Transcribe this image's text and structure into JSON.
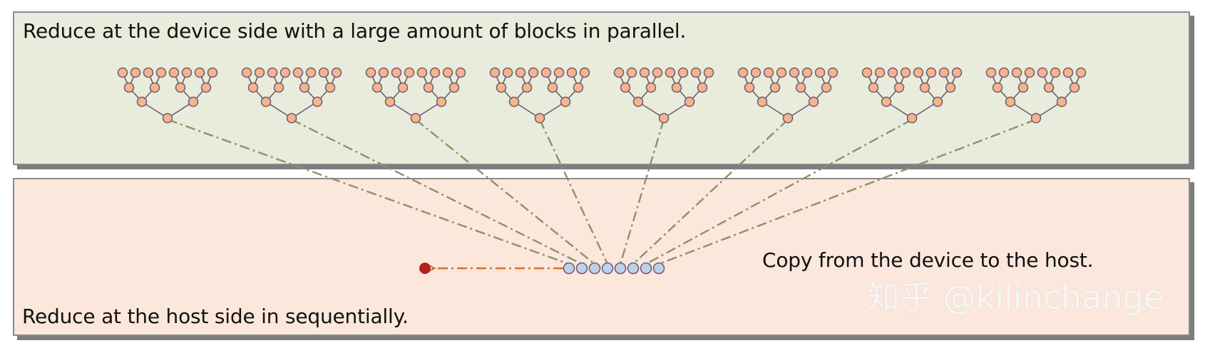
{
  "device_panel": {
    "label": "Reduce at the device side with a large amount of blocks in parallel.",
    "block_count": 8,
    "leaves_per_block": 8,
    "colors": {
      "background": "#e9ecdc",
      "node_fill": "#f6b48c",
      "node_stroke": "#6e5a72",
      "edge": "#6e5a72"
    }
  },
  "host_panel": {
    "label": "Reduce at the host side in sequentially.",
    "copy_label": "Copy from the device to the host.",
    "copied_values_count": 8,
    "colors": {
      "background": "#fbe7dc",
      "copied_fill": "#bcd2ea",
      "copied_stroke": "#6e5a72",
      "result_fill": "#b22222",
      "host_arrow": "#d8702a"
    }
  },
  "connector_color": "#8a9461",
  "watermark": "知乎 @kilinchange"
}
